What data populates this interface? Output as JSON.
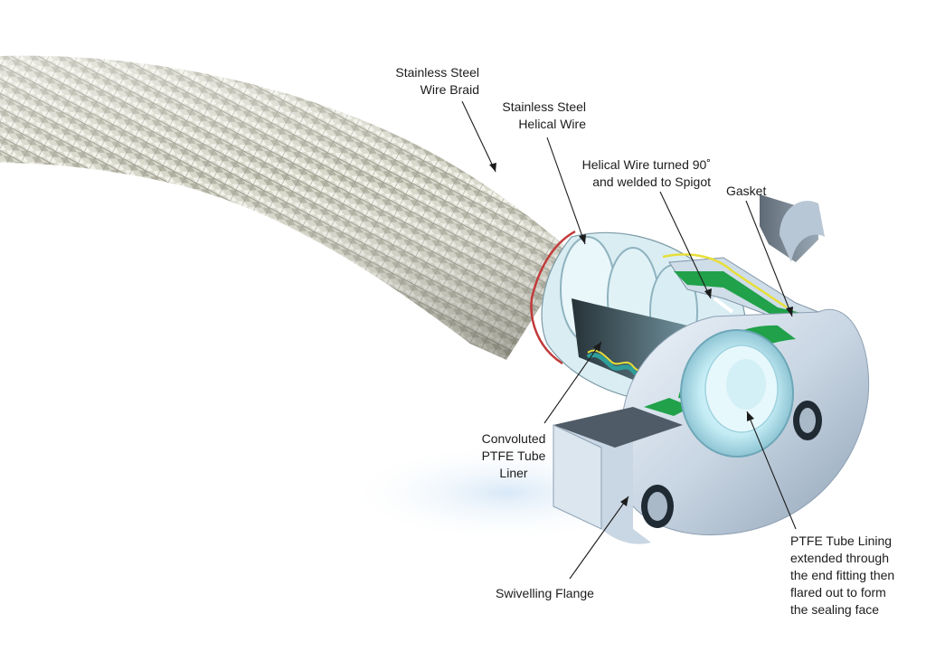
{
  "labels": {
    "wire_braid": [
      "Stainless Steel",
      "Wire Braid"
    ],
    "helical_wire": [
      "Stainless Steel",
      "Helical Wire"
    ],
    "helical_turned": [
      "Helical Wire turned 90˚",
      "and welded to Spigot"
    ],
    "gasket": [
      "Gasket"
    ],
    "convoluted_liner": [
      "Convoluted",
      "PTFE Tube",
      "Liner"
    ],
    "swivelling_flange": [
      "Swivelling Flange"
    ],
    "ptfe_lining": [
      "PTFE Tube Lining",
      "extended through",
      "the end fitting then",
      "flared out to form",
      "the sealing face"
    ]
  },
  "colors": {
    "braid_light": "#e2e2d6",
    "braid_dark": "#8d8d7f",
    "flange_steel": "#c9d6e3",
    "flange_highlight": "#eef4fa",
    "ptfe_blue": "#bfe9f2",
    "gasket_green": "#21a14a",
    "wire_yellow": "#e7de3a",
    "cut_red": "#c23a3a",
    "leader": "#1c1c1c",
    "text": "#1c1c1c"
  }
}
